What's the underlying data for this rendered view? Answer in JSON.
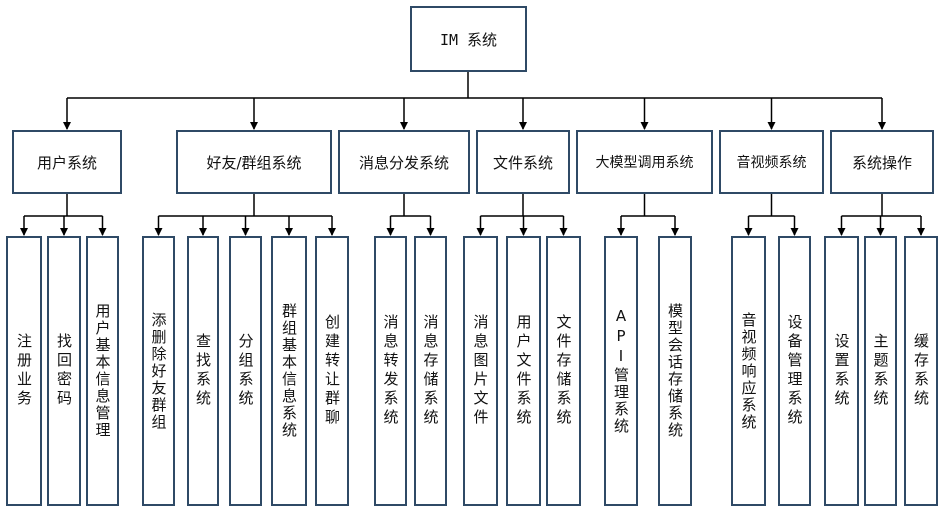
{
  "root": {
    "label": "IM 系统"
  },
  "categories": [
    {
      "label": "用户系统",
      "children": [
        "注册业务",
        "找回密码",
        "用户基本信息管理"
      ]
    },
    {
      "label": "好友/群组系统",
      "children": [
        "添删除好友群组",
        "查找系统",
        "分组系统",
        "群组基本信息系统",
        "创建转让群聊"
      ]
    },
    {
      "label": "消息分发系统",
      "children": [
        "消息转发系统",
        "消息存储系统"
      ]
    },
    {
      "label": "文件系统",
      "children": [
        "消息图片文件",
        "用户文件系统",
        "文件存储系统"
      ]
    },
    {
      "label": "大模型调用系统",
      "children": [
        "API管理系统",
        "模型会话存储系统"
      ]
    },
    {
      "label": "音视频系统",
      "children": [
        "音视频响应系统",
        "设备管理系统"
      ]
    },
    {
      "label": "系统操作",
      "children": [
        "设置系统",
        "主题系统",
        "缓存系统"
      ]
    }
  ],
  "colors": {
    "box_border": "#2f4a66",
    "connector": "#000000"
  }
}
